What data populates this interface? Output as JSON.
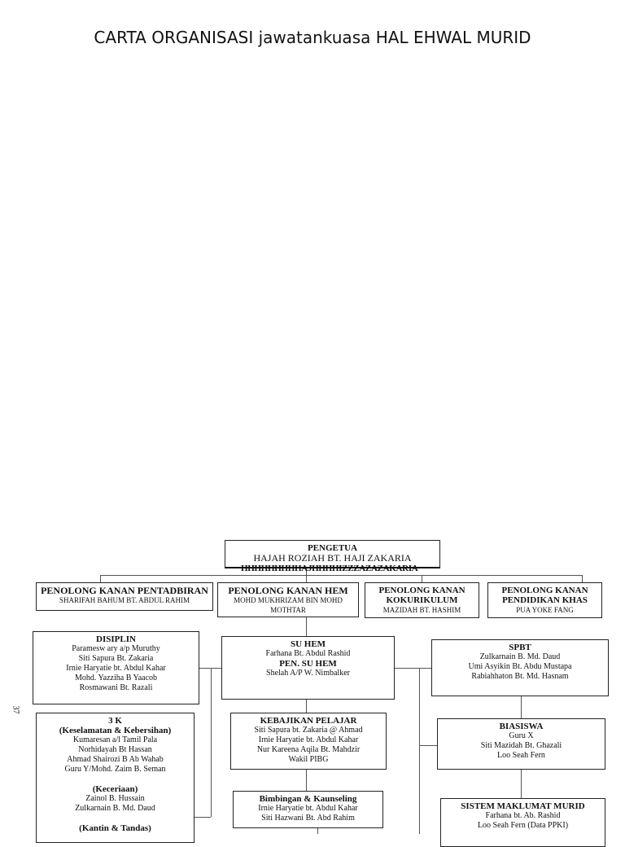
{
  "title": "CARTA ORGANISASI jawatankuasa HAL EHWAL MURID",
  "page_number": "37",
  "pengetua": {
    "role": "PENGETUA",
    "name": "HAJAH ROZIAH BT. HAJI ZAKARIA",
    "overtyped": "HHHHHHHHHAJHHHHIZZZAZAZAKARIA"
  },
  "penolong_kanan": [
    {
      "role": "PENOLONG KANAN PENTADBIRAN",
      "name": "SHARIFAH BAHUM BT. ABDUL RAHIM"
    },
    {
      "role": "PENOLONG KANAN HEM",
      "name": "MOHD MUKHRIZAM BIN MOHD MOTHTAR"
    },
    {
      "role": "PENOLONG KANAN KOKURIKULUM",
      "name": "MAZIDAH BT. HASHIM"
    },
    {
      "role": "PENOLONG KANAN PENDIDIKAN KHAS",
      "name": "PUA YOKE FANG"
    }
  ],
  "disiplin": {
    "title": "DISIPLIN",
    "members": [
      "Paramesw ary a/p Muruthy",
      "Siti Sapura Bt. Zakaria",
      "Irnie Haryatie bt. Abdul Kahar",
      "Mohd. Yazziha B Yaacob",
      "Rosmawani Bt. Razali"
    ]
  },
  "su_hem": {
    "title": "SU HEM",
    "name": "Farhana Bt. Abdul Rashid",
    "pen_title": "PEN. SU HEM",
    "pen_name": "Shelah A/P W. Nimbalker"
  },
  "spbt": {
    "title": "SPBT",
    "members": [
      "Zulkarnain B. Md. Daud",
      "Umi Asyikin Bt. Abdu Mustapa",
      "Rabiahhaton Bt. Md. Hasnam"
    ]
  },
  "tiga_k": {
    "title": "3 K",
    "sub1": "(Keselamatan & Kebersihan)",
    "members1": [
      "Kumaresan a/l Tamil Pala",
      "Norhidayah Bt Hassan",
      "Ahmad Shairozi B Ab Wahab",
      "Guru Y/Mohd. Zaim B. Seman"
    ],
    "sub2": "(Keceriaan)",
    "members2": [
      "Zainol B. Hussain",
      "Zulkarnain B. Md. Daud"
    ],
    "sub3": "(Kantin & Tandas)"
  },
  "kebajikan": {
    "title": "KEBAJIKAN PELAJAR",
    "members": [
      "Siti Sapura bt. Zakaria @ Ahmad",
      "Irnie Haryatie bt. Abdul Kahar",
      "Nur Kareena Aqila Bt. Mahdzir",
      "Wakil PIBG"
    ]
  },
  "bimbingan": {
    "title": "Bimbingan & Kaunseling",
    "members": [
      "Irnie Haryatie bt. Abdul Kahar",
      "Siti Hazwani Bt. Abd Rahim"
    ]
  },
  "biasiswa": {
    "title": "BIASISWA",
    "members": [
      "Guru X",
      "Siti Mazidah Bt. Ghazali",
      "Loo Seah Fern"
    ]
  },
  "smm": {
    "title": "SISTEM MAKLUMAT MURID",
    "members": [
      "Farhana bt. Ab. Rashid",
      "Loo Seah Fern (Data PPKI)"
    ]
  }
}
